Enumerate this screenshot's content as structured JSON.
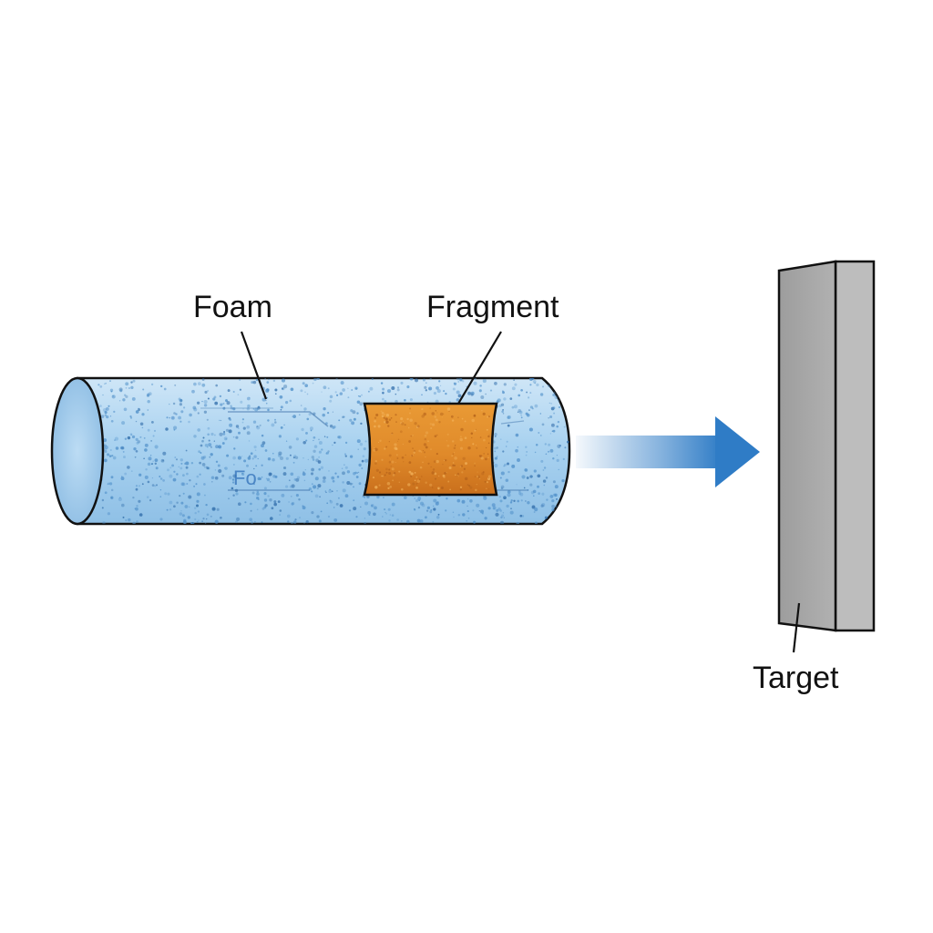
{
  "labels": {
    "foam": "Foam",
    "fragment": "Fragment",
    "target": "Target",
    "foam_inner": "Fo"
  },
  "colors": {
    "foam_fill": "#a9d2f0",
    "foam_speckle": "#4f8fc9",
    "fragment_fill": "#e08a2a",
    "arrow": "#2f7cc6",
    "target_front": "#a7a7a7",
    "target_side": "#bdbdbd",
    "outline": "#111111"
  },
  "icons": {
    "arrow": "motion-arrow-icon"
  }
}
